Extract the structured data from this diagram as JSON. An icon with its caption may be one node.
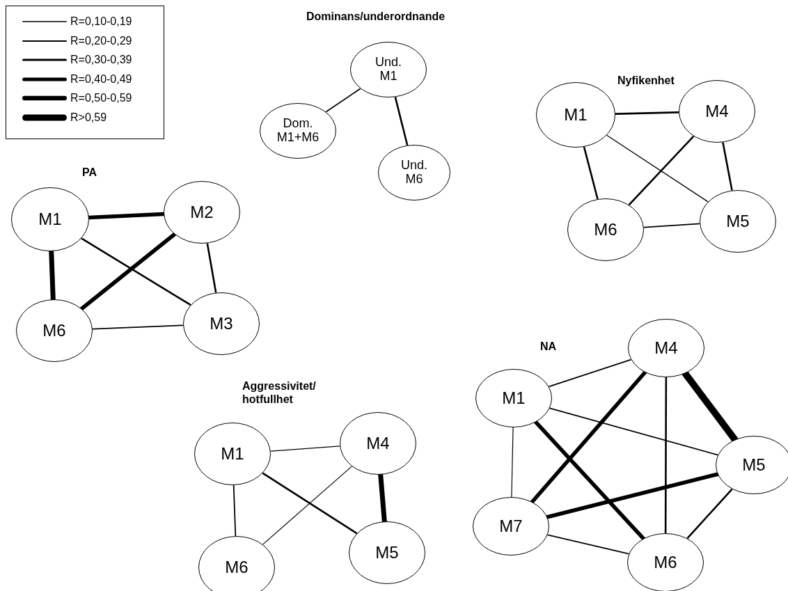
{
  "diagram": {
    "nodes": [
      {
        "text": [
          "Und. M1"
        ]
      },
      {
        "text": [
          "Dom. M1+M6"
        ]
      },
      {
        "text": [
          "Und. M6"
        ]
      },
      {
        "text": [
          "M1"
        ]
      },
      {
        "text": [
          "M4"
        ]
      },
      {
        "text": [
          "M6"
        ]
      },
      {
        "text": [
          "M5"
        ]
      },
      {
        "text": [
          "M1"
        ]
      },
      {
        "text": [
          "M2"
        ]
      },
      {
        "text": [
          "M6"
        ]
      },
      {
        "text": [
          "M3"
        ]
      },
      {
        "text": [
          "M4"
        ]
      },
      {
        "text": [
          "M1"
        ]
      },
      {
        "text": [
          "M5"
        ]
      },
      {
        "text": [
          "M7"
        ]
      },
      {
        "text": [
          "M6"
        ]
      },
      {
        "text": [
          "M1"
        ]
      },
      {
        "text": [
          "M4"
        ]
      },
      {
        "text": [
          "M6"
        ]
      },
      {
        "text": [
          "M5"
        ]
      }
    ],
    "edges": [
      {
        "from": 0,
        "to": 1,
        "arrow": "none"
      },
      {
        "from": 0,
        "to": 2,
        "arrow": "none"
      },
      {
        "from": 3,
        "to": 4,
        "arrow": "none"
      },
      {
        "from": 3,
        "to": 6,
        "arrow": "none"
      },
      {
        "from": 3,
        "to": 5,
        "arrow": "none"
      },
      {
        "from": 4,
        "to": 5,
        "arrow": "none"
      },
      {
        "from": 4,
        "to": 6,
        "arrow": "none"
      },
      {
        "from": 5,
        "to": 6,
        "arrow": "none"
      },
      {
        "from": 7,
        "to": 8,
        "arrow": "none",
        "style": "thick"
      },
      {
        "from": 7,
        "to": 10,
        "arrow": "none"
      },
      {
        "from": 7,
        "to": 9,
        "arrow": "none",
        "style": "thick"
      },
      {
        "from": 8,
        "to": 9,
        "arrow": "none",
        "style": "thick"
      },
      {
        "from": 8,
        "to": 10,
        "arrow": "none"
      },
      {
        "from": 9,
        "to": 10,
        "arrow": "none"
      },
      {
        "from": 11,
        "to": 12,
        "arrow": "none"
      },
      {
        "from": 11,
        "to": 14,
        "arrow": "none",
        "style": "thick"
      },
      {
        "from": 11,
        "to": 15,
        "arrow": "none"
      },
      {
        "from": 11,
        "to": 13,
        "arrow": "none",
        "style": "thick"
      },
      {
        "from": 12,
        "to": 13,
        "arrow": "none"
      },
      {
        "from": 12,
        "to": 15,
        "arrow": "none",
        "style": "thick"
      },
      {
        "from": 12,
        "to": 14,
        "arrow": "none"
      },
      {
        "from": 13,
        "to": 14,
        "arrow": "none",
        "style": "thick"
      },
      {
        "from": 13,
        "to": 15,
        "arrow": "none"
      },
      {
        "from": 14,
        "to": 15,
        "arrow": "none"
      },
      {
        "from": 16,
        "to": 17,
        "arrow": "none"
      },
      {
        "from": 16,
        "to": 19,
        "arrow": "none"
      },
      {
        "from": 16,
        "to": 18,
        "arrow": "none"
      },
      {
        "from": 17,
        "to": 18,
        "arrow": "none"
      },
      {
        "from": 17,
        "to": 19,
        "arrow": "none",
        "style": "thick"
      }
    ],
    "labels": [
      "Dominans/underordnande",
      "Nyfikenhet",
      "PA",
      "NA",
      "Aggressivitet/ hotfullhet"
    ],
    "legend": [
      {
        "text": "R=0,10-0,19"
      },
      {
        "text": "R=0,20-0,29"
      },
      {
        "text": "R=0,30-0,39"
      },
      {
        "text": "R=0,40-0,49"
      },
      {
        "text": "R=0,50-0,59"
      },
      {
        "text": "R>0,59"
      }
    ]
  }
}
